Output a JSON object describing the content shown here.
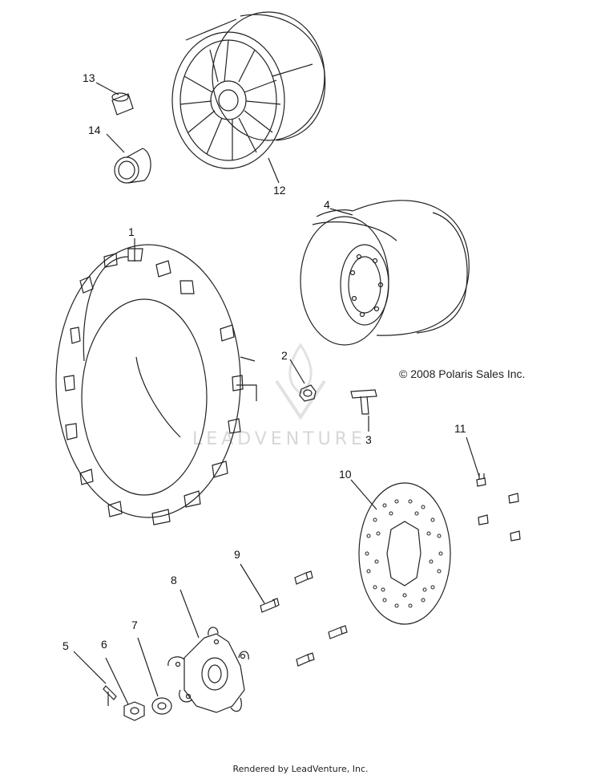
{
  "diagram": {
    "copyright": "© 2008 Polaris Sales Inc.",
    "footer": "Rendered by LeadVenture, Inc.",
    "watermark": "LEADVENTURE",
    "callouts": [
      {
        "id": "1",
        "text": "1"
      },
      {
        "id": "2",
        "text": "2"
      },
      {
        "id": "3",
        "text": "3"
      },
      {
        "id": "4",
        "text": "4"
      },
      {
        "id": "5",
        "text": "5"
      },
      {
        "id": "6",
        "text": "6"
      },
      {
        "id": "7",
        "text": "7"
      },
      {
        "id": "8",
        "text": "8"
      },
      {
        "id": "9",
        "text": "9"
      },
      {
        "id": "10",
        "text": "10"
      },
      {
        "id": "11",
        "text": "11"
      },
      {
        "id": "12",
        "text": "12"
      },
      {
        "id": "13",
        "text": "13"
      },
      {
        "id": "14",
        "text": "14"
      }
    ]
  }
}
